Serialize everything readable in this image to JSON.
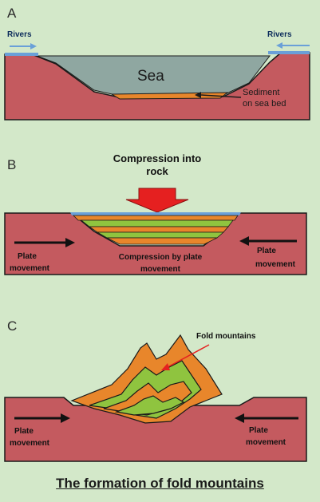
{
  "panels": {
    "a": {
      "letter": "A",
      "river_left": "Rivers",
      "river_right": "Rivers",
      "sea": "Sea",
      "sediment_line1": "Sediment",
      "sediment_line2": "on sea bed"
    },
    "b": {
      "letter": "B",
      "compression_line1": "Compression into",
      "compression_line2": "rock",
      "plate_left_line1": "Plate",
      "plate_left_line2": "movement",
      "center_line1": "Compression  by plate",
      "center_line2": "movement",
      "plate_right_line1": "Plate",
      "plate_right_line2": "movement"
    },
    "c": {
      "letter": "C",
      "fold_label": "Fold mountains",
      "plate_left_line1": "Plate",
      "plate_left_line2": "movement",
      "plate_right_line1": "Plate",
      "plate_right_line2": "movement"
    }
  },
  "caption": "The formation of fold mountains",
  "colors": {
    "background": "#d3e8c9",
    "rock": "#c45a5f",
    "sea": "#8fa7a1",
    "sediment_orange": "#e8862b",
    "sediment_green": "#8fc43f",
    "outline": "#1a1a1a",
    "river_blue": "#6aa0d8",
    "arrow_red": "#e52020"
  }
}
